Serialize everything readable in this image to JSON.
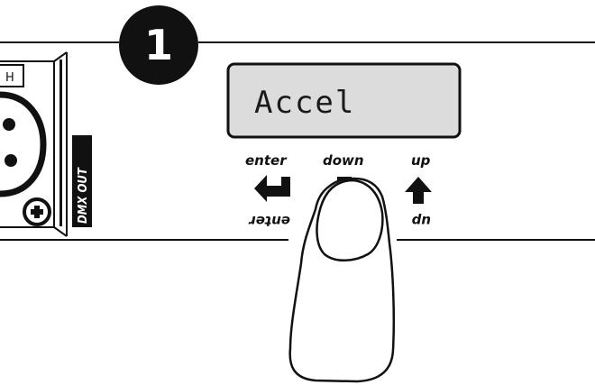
{
  "step": {
    "number": "1"
  },
  "display": {
    "text": "Accel"
  },
  "buttons": {
    "enter_label": "enter",
    "enter_label_inverted": "enter",
    "down_label": "down",
    "up_label": "up",
    "up_label_inverted": "up"
  },
  "connector": {
    "label": "DMX OUT",
    "partial_label": "H"
  },
  "colors": {
    "lcd": "#dcdcdc",
    "ink": "#111111",
    "paper": "#ffffff"
  }
}
